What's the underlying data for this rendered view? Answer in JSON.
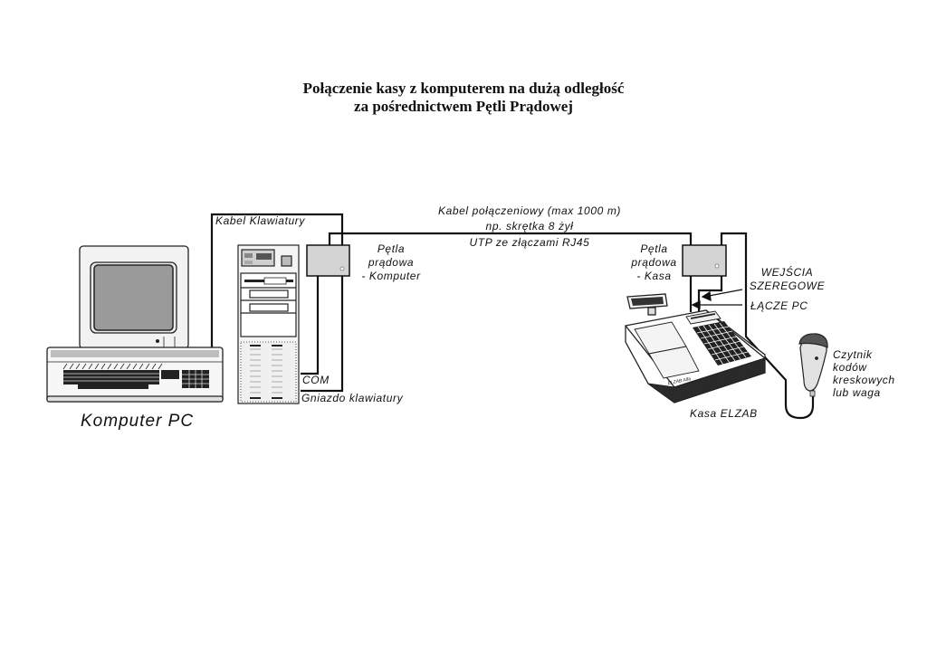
{
  "title": {
    "line1": "Połączenie kasy z komputerem na dużą odległość",
    "line2": "za pośrednictwem Pętli Prądowej"
  },
  "labels": {
    "keyboard_cable": "Kabel Klawiatury",
    "loop_computer": [
      "Pętla",
      "prądowa",
      "- Komputer"
    ],
    "connection_cable": [
      "Kabel połączeniowy (max 1000 m)",
      "np. skrętka 8 żył"
    ],
    "utp": "UTP ze złączami RJ45",
    "loop_register": [
      "Pętla",
      "prądowa",
      "- Kasa"
    ],
    "serial_inputs": [
      "WEJŚCIA",
      "SZEREGOWE"
    ],
    "pc_link": "ŁĄCZE PC",
    "com": "COM",
    "keyboard_socket": "Gniazdo klawiatury",
    "computer": "Komputer PC",
    "register": "Kasa ELZAB",
    "scanner": [
      "Czytnik",
      "kodów",
      "kreskowych",
      "lub waga"
    ],
    "register_brand": "ELZAB Alfa"
  },
  "components": [
    {
      "name": "monitor",
      "icon": "crt-monitor-icon"
    },
    {
      "name": "keyboard",
      "icon": "keyboard-icon"
    },
    {
      "name": "pc-tower",
      "icon": "pc-tower-icon"
    },
    {
      "name": "current-loop-computer",
      "icon": "converter-box-icon"
    },
    {
      "name": "current-loop-register",
      "icon": "converter-box-icon"
    },
    {
      "name": "cash-register",
      "icon": "cash-register-icon"
    },
    {
      "name": "barcode-scanner",
      "icon": "barcode-scanner-icon"
    }
  ]
}
